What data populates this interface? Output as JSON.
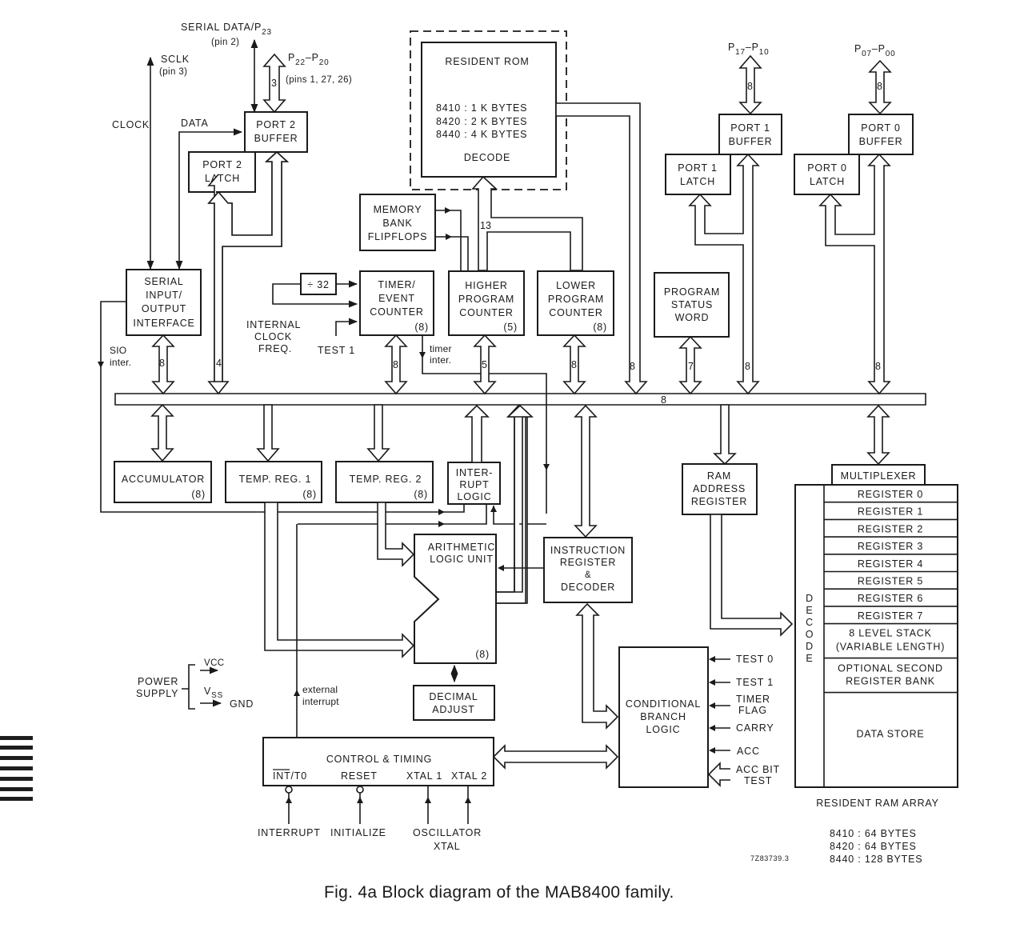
{
  "figure": {
    "caption": "Fig. 4a  Block diagram of the MAB8400 family.",
    "drawing_number": "7Z83739.3"
  },
  "pins": {
    "serial_data": "SERIAL DATA/P",
    "serial_data_sub": "23",
    "serial_data_pin": "(pin 2)",
    "sclk": "SCLK",
    "sclk_pin": "(pin 3)",
    "port2_pins_a": "P",
    "port2_pins_a_sub": "22",
    "port2_pins_dash": "–P",
    "port2_pins_b_sub": "20",
    "port2_pins_note": "(pins 1, 27, 26)",
    "port1_a": "P",
    "port1_a_sub": "17",
    "port1_dash": "–P",
    "port1_b_sub": "10",
    "port0_a": "P",
    "port0_a_sub": "07",
    "port0_dash": "–P",
    "port0_b_sub": "00"
  },
  "signals": {
    "clock": "CLOCK",
    "data": "DATA",
    "sio_inter_1": "SIO",
    "sio_inter_2": "inter.",
    "timer_inter_1": "timer",
    "timer_inter_2": "inter.",
    "internal_clock_1": "INTERNAL",
    "internal_clock_2": "CLOCK",
    "internal_clock_3": "FREQ.",
    "test1": "TEST 1",
    "external_interrupt_1": "external",
    "external_interrupt_2": "interrupt",
    "power_supply_1": "POWER",
    "power_supply_2": "SUPPLY",
    "vcc": "VCC",
    "vss": "V",
    "vss_sub": "SS",
    "gnd": "GND",
    "interrupt": "INTERRUPT",
    "initialize": "INITIALIZE",
    "oscillator_1": "OSCILLATOR",
    "oscillator_2": "XTAL"
  },
  "bus_widths": {
    "port2_ext": "3",
    "port1_ext": "8",
    "port0_ext": "8",
    "rom_address": "13",
    "sio_bus": "8",
    "port2_bus": "4",
    "timer_bus": "8",
    "hpc_bus": "5",
    "lpc_bus": "8",
    "rom_bus": "8",
    "psw_bus": "7",
    "port1_bus": "8",
    "port0_bus": "8",
    "main_bus": "8"
  },
  "blocks": {
    "port2_buffer": [
      "PORT 2",
      "BUFFER"
    ],
    "port2_latch": [
      "PORT 2",
      "LATCH"
    ],
    "resident_rom": {
      "title": "RESIDENT  ROM",
      "sizes": [
        "8410 : 1    K BYTES",
        "8420 : 2    K BYTES",
        "8440 : 4    K BYTES"
      ],
      "footer": "DECODE"
    },
    "port1_buffer": [
      "PORT 1",
      "BUFFER"
    ],
    "port1_latch": [
      "PORT 1",
      "LATCH"
    ],
    "port0_buffer": [
      "PORT 0",
      "BUFFER"
    ],
    "port0_latch": [
      "PORT 0",
      "LATCH"
    ],
    "memory_bank": [
      "MEMORY",
      "BANK",
      "FLIPFLOPS"
    ],
    "divider": "÷ 32",
    "serial_io": [
      "SERIAL",
      "INPUT/",
      "OUTPUT",
      "INTERFACE"
    ],
    "timer": [
      "TIMER/",
      "EVENT",
      "COUNTER",
      "(8)"
    ],
    "higher_pc": [
      "HIGHER",
      "PROGRAM",
      "COUNTER",
      "(5)"
    ],
    "lower_pc": [
      "LOWER",
      "PROGRAM",
      "COUNTER",
      "(8)"
    ],
    "psw": [
      "PROGRAM",
      "STATUS",
      "WORD"
    ],
    "accumulator": [
      "ACCUMULATOR",
      "(8)"
    ],
    "temp_reg1": [
      "TEMP. REG. 1",
      "(8)"
    ],
    "temp_reg2": [
      "TEMP. REG. 2",
      "(8)"
    ],
    "interrupt_logic": [
      "INTER-",
      "RUPT",
      "LOGIC"
    ],
    "ram_address": [
      "RAM",
      "ADDRESS",
      "REGISTER"
    ],
    "multiplexer": "MULTIPLEXER",
    "alu": [
      "ARITHMETIC",
      "LOGIC UNIT",
      "(8)"
    ],
    "instruction_reg": [
      "INSTRUCTION",
      "REGISTER",
      "&",
      "DECODER"
    ],
    "decimal_adjust": [
      "DECIMAL",
      "ADJUST"
    ],
    "control_timing": {
      "title": "CONTROL  &  TIMING",
      "pins": [
        "INT/T0",
        "RESET",
        "XTAL 1",
        "XTAL 2"
      ]
    },
    "conditional_branch": [
      "CONDITIONAL",
      "BRANCH",
      "LOGIC"
    ],
    "branch_inputs": [
      "TEST 0",
      "TEST 1",
      "TIMER",
      "FLAG",
      "CARRY",
      "ACC",
      "ACC BIT",
      "TEST"
    ]
  },
  "ram_array": {
    "decode_label": [
      "D",
      "E",
      "C",
      "O",
      "D",
      "E"
    ],
    "rows": [
      "REGISTER 0",
      "REGISTER 1",
      "REGISTER 2",
      "REGISTER 3",
      "REGISTER 4",
      "REGISTER 5",
      "REGISTER 6",
      "REGISTER 7"
    ],
    "stack": [
      "8 LEVEL STACK",
      "(VARIABLE LENGTH)"
    ],
    "second_bank": [
      "OPTIONAL SECOND",
      "REGISTER BANK"
    ],
    "data_store": "DATA STORE",
    "title": "RESIDENT  RAM  ARRAY",
    "sizes": [
      "8410 :   64 BYTES",
      "8420 :   64 BYTES",
      "8440 : 128 BYTES"
    ]
  }
}
